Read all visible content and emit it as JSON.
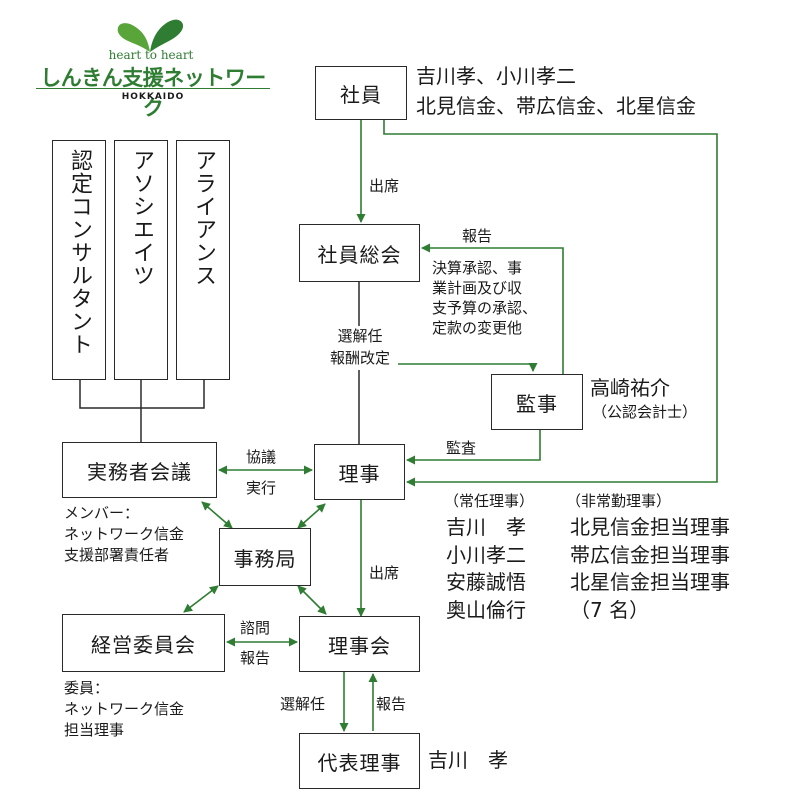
{
  "logo": {
    "tagline": "heart to heart",
    "name": "しんきん支援ネットワーク",
    "region": "HOKKAIDO",
    "color": "#2e7d32"
  },
  "boxes": {
    "shain": "社員",
    "shain_sokai": "社員総会",
    "kansa": "監事",
    "riji": "理事",
    "jitsumu": "実務者会議",
    "jimukyoku": "事務局",
    "keiei": "経営委員会",
    "rijikai": "理事会",
    "daihyo": "代表理事"
  },
  "vertical_boxes": [
    "認定コンサルタント",
    "アソシエイツ",
    "アライアンス"
  ],
  "members": {
    "line1": "吉川孝、小川孝二",
    "line2": "北見信金、帯広信金、北星信金"
  },
  "auditor": {
    "name": "高崎祐介",
    "title": "（公認会計士）"
  },
  "edge_labels": {
    "attend1": "出席",
    "attend2": "出席",
    "report_top": "報告",
    "approval": [
      "決算承認、事",
      "業計画及び収",
      "支予算の承認、",
      "定款の変更他"
    ],
    "elect": [
      "選解任",
      "報酬改定"
    ],
    "audit": "監査",
    "consult": "協議",
    "execute": "実行",
    "inquire": "諮問",
    "report_mid": "報告",
    "elect2": "選解任",
    "report_bottom": "報告"
  },
  "jitsumu_note": [
    "メンバー：",
    "ネットワーク信金",
    "支援部署責任者"
  ],
  "keiei_note": [
    "委員：",
    "ネットワーク信金",
    "担当理事"
  ],
  "directors": {
    "header_fulltime": "（常任理事）",
    "header_parttime": "（非常勤理事）",
    "fulltime": [
      "吉川　孝",
      "小川孝二",
      "安藤誠悟",
      "奥山倫行"
    ],
    "parttime": [
      "北見信金担当理事",
      "帯広信金担当理事",
      "北星信金担当理事",
      "（7 名）"
    ]
  },
  "representative": "吉川　孝",
  "colors": {
    "arrow": "#2e7d32",
    "box_border": "#2a2a2a"
  }
}
